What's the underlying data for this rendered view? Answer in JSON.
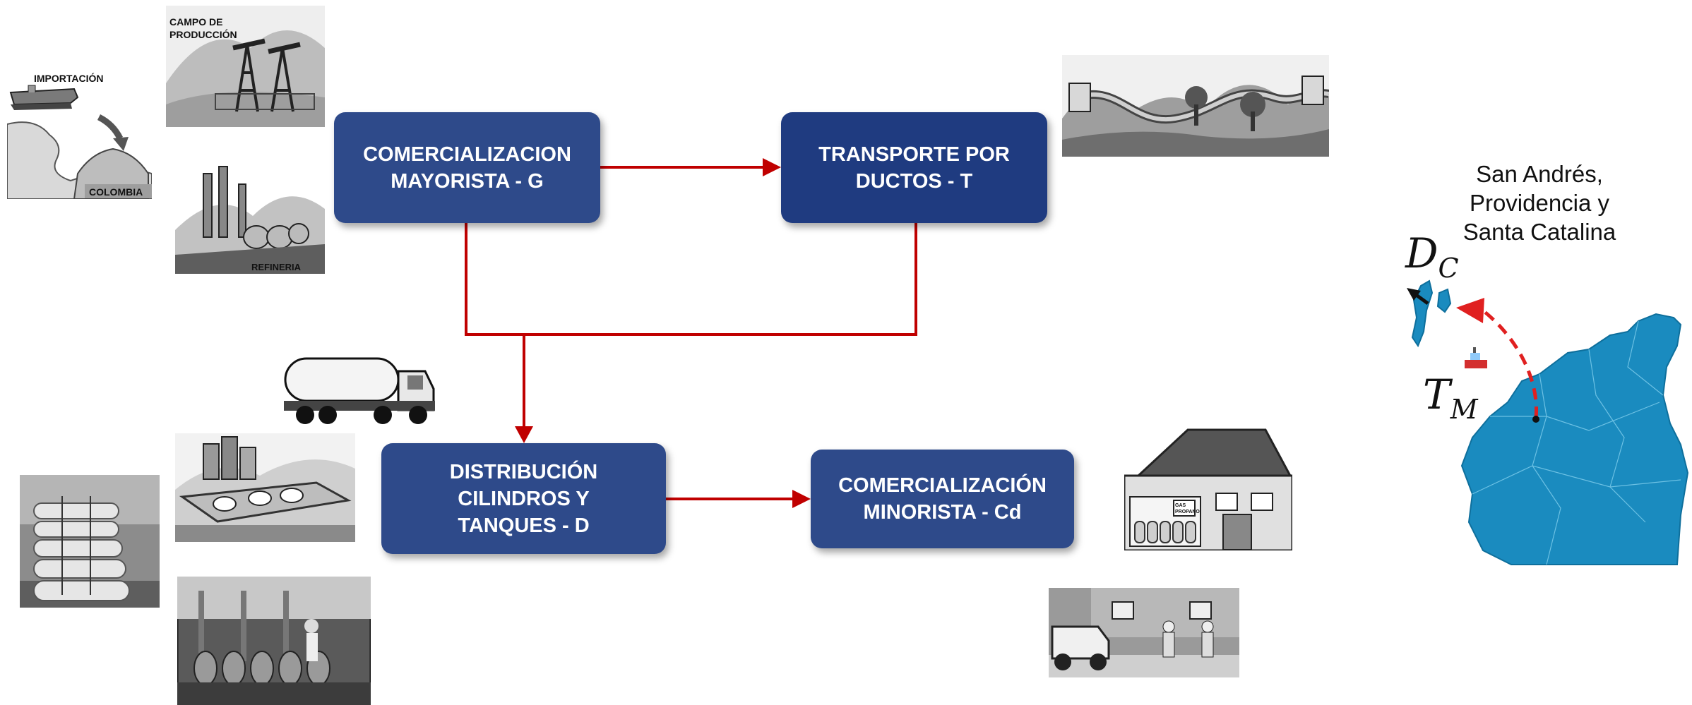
{
  "nodes": {
    "g": {
      "line1": "COMERCIALIZACION",
      "line2": "MAYORISTA - G"
    },
    "t": {
      "line1": "TRANSPORTE POR",
      "line2": "DUCTOS - T"
    },
    "d": {
      "line1": "DISTRIBUCIÓN",
      "line2": "CILINDROS Y",
      "line3": "TANQUES - D"
    },
    "cd": {
      "line1": "COMERCIALIZACIÓN",
      "line2": "MINORISTA - Cd"
    }
  },
  "illustrations": {
    "importacion": {
      "title": "IMPORTACIÓN",
      "country": "COLOMBIA"
    },
    "campo": {
      "line1": "CAMPO DE",
      "line2": "PRODUCCIÓN"
    },
    "refineria": {
      "label": "REFINERIA"
    },
    "store_sign": {
      "line1": "GAS",
      "line2": "PROPANO"
    }
  },
  "map": {
    "label_line1": "San Andrés,",
    "label_line2": "Providencia y",
    "label_line3": "Santa Catalina",
    "dc_main": "D",
    "dc_sub": "C",
    "tm_main": "T",
    "tm_sub": "M"
  },
  "colors": {
    "box_fill": "#2e4a8a",
    "arrow": "#c00000",
    "map_fill": "#1a8bbf"
  }
}
